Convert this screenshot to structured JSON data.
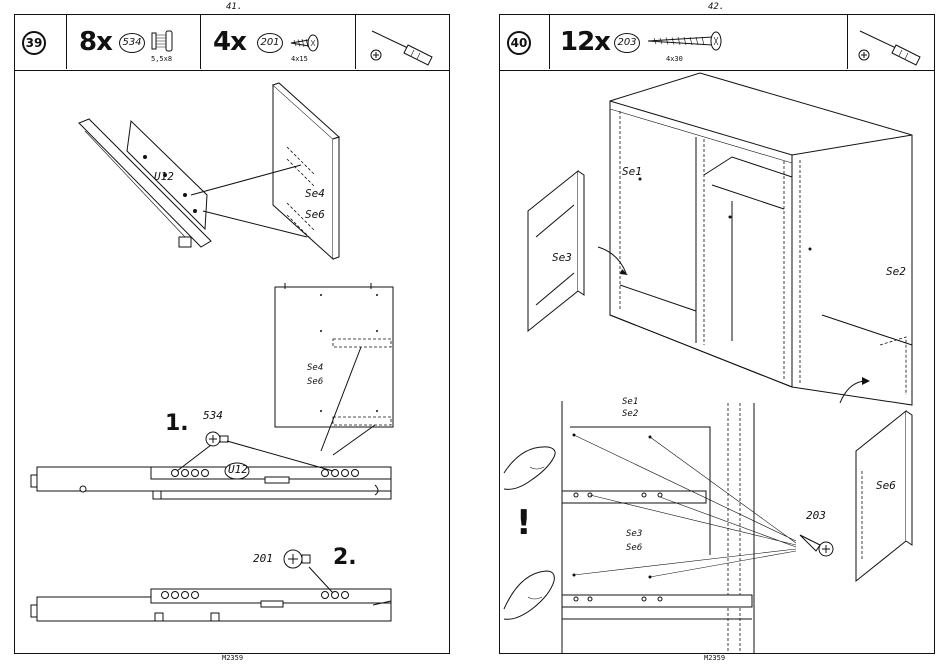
{
  "left_page": {
    "page_number": "41.",
    "footer_code": "M2359",
    "step": "39",
    "items": [
      {
        "qty": "8x",
        "part": "534",
        "size": "5,5x8"
      },
      {
        "qty": "4x",
        "part": "201",
        "size": "4x15"
      }
    ],
    "tool_icon": "screwdriver-icon",
    "labels": {
      "rail_tag": "U12",
      "panel_se4": "Se4",
      "panel_se6": "Se6",
      "detail_se4": "Se4",
      "detail_se6": "Se6",
      "step1": "1.",
      "step1_part": "534",
      "rail_tag_detail": "U12",
      "step2": "2.",
      "step2_part": "201"
    }
  },
  "right_page": {
    "page_number": "42.",
    "footer_code": "M2359",
    "step": "40",
    "items": [
      {
        "qty": "12x",
        "part": "203",
        "size": "4x30"
      }
    ],
    "tool_icon": "screwdriver-icon",
    "labels": {
      "se1": "Se1",
      "se2": "Se2",
      "se3": "Se3",
      "se6": "Se6",
      "detail_se1": "Se1",
      "detail_se2": "Se2",
      "detail_se3": "Se3",
      "detail_se6": "Se6",
      "screw_part": "203",
      "warning": "!"
    }
  }
}
